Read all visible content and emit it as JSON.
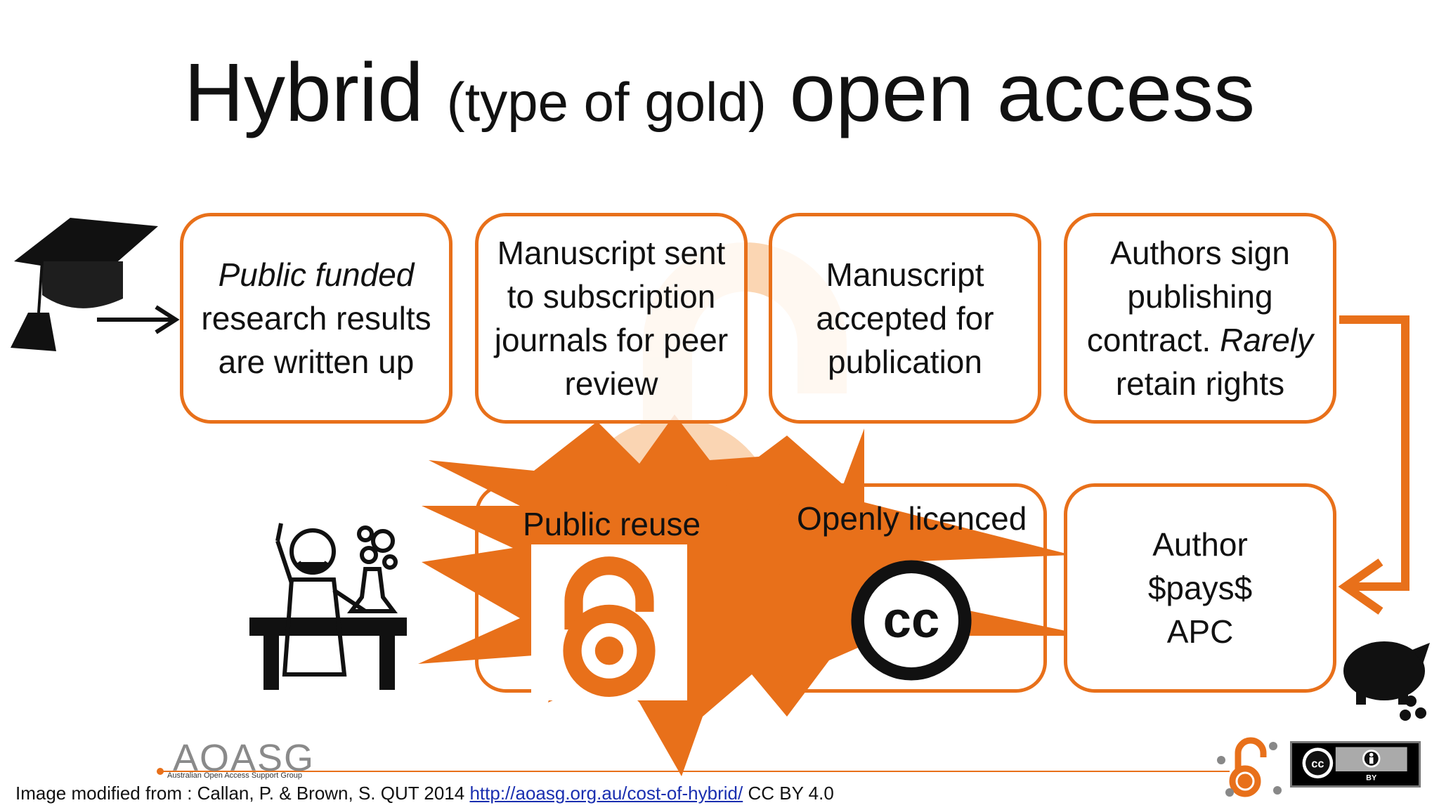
{
  "title": {
    "main_prefix": "Hybrid",
    "parenthetical": "(type of gold)",
    "main_suffix": "open access"
  },
  "steps": [
    {
      "italic": "Public funded",
      "rest": " research results are written up"
    },
    {
      "text": "Manuscript sent to subscription journals for peer review"
    },
    {
      "text": "Manuscript accepted for publication"
    },
    {
      "lead": "Authors sign publishing contract. ",
      "italic": "Rarely",
      "rest": " retain rights"
    },
    {
      "text": "Author $pays$ APC"
    },
    {
      "text": "Openly licenced"
    },
    {
      "text": "Public reuse"
    }
  ],
  "icons": {
    "graduation_cap": "graduation-cap-icon",
    "scientist": "scientist-icon",
    "piggy_bank": "piggy-bank-icon",
    "open_access_lock": "open-access-lock-icon",
    "creative_commons": "creative-commons-icon",
    "cc_symbol_text": "cc",
    "badge_cc": "cc",
    "badge_by": "BY"
  },
  "logo": {
    "name": "AOASG",
    "subtitle": "Australian Open Access Support Group"
  },
  "caption": {
    "prefix": "Image modified from : Callan, P. & Brown, S. QUT 2014 ",
    "link": "http://aoasg.org.au/cost-of-hybrid/",
    "suffix": " CC BY 4.0"
  },
  "colors": {
    "accent": "#E8701A",
    "faded_accent": "#F9C89A",
    "text": "#111111",
    "link": "#1a2fb0"
  }
}
